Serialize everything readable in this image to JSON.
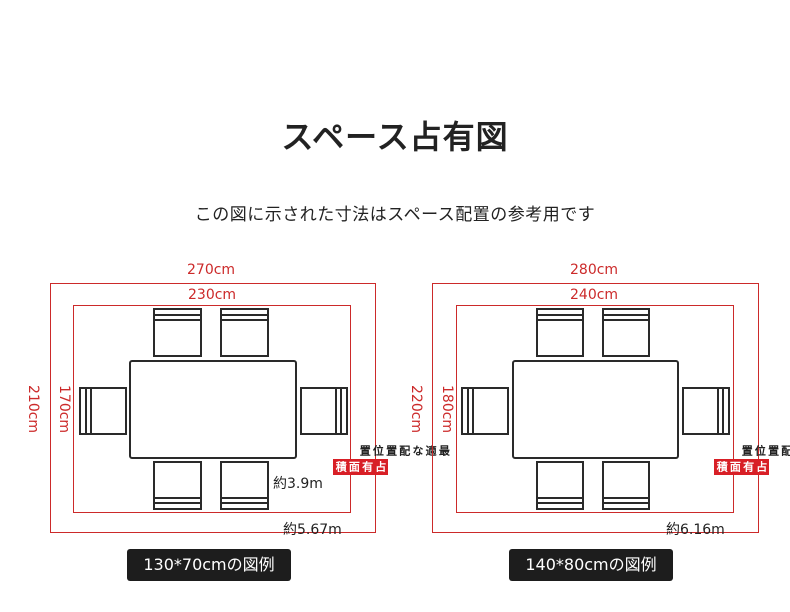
{
  "title": "スペース占有図",
  "subtitle": "この図に示された寸法はスペース配置の参考用です",
  "diagrams": [
    {
      "outer_width": "270cm",
      "inner_width": "230cm",
      "outer_depth": "210cm",
      "inner_depth": "170cm",
      "occupied_area": "約3.9m",
      "occupied_label": "占有面積",
      "recommended_area": "約5.67m",
      "recommended_label": "最適な配置位置",
      "caption": "130*70cmの図例"
    },
    {
      "outer_width": "280cm",
      "inner_width": "240cm",
      "outer_depth": "220cm",
      "inner_depth": "180cm",
      "occupied_area": "",
      "occupied_label": "占有面積",
      "recommended_area": "約6.16m",
      "recommended_label": "推奨配置位置",
      "caption": "140*80cmの図例"
    }
  ],
  "colors": {
    "dimension": "#cc2a2a",
    "furniture": "#2a2a2a",
    "tag": "#d81f26",
    "caption_bg": "#1d1d1d"
  }
}
